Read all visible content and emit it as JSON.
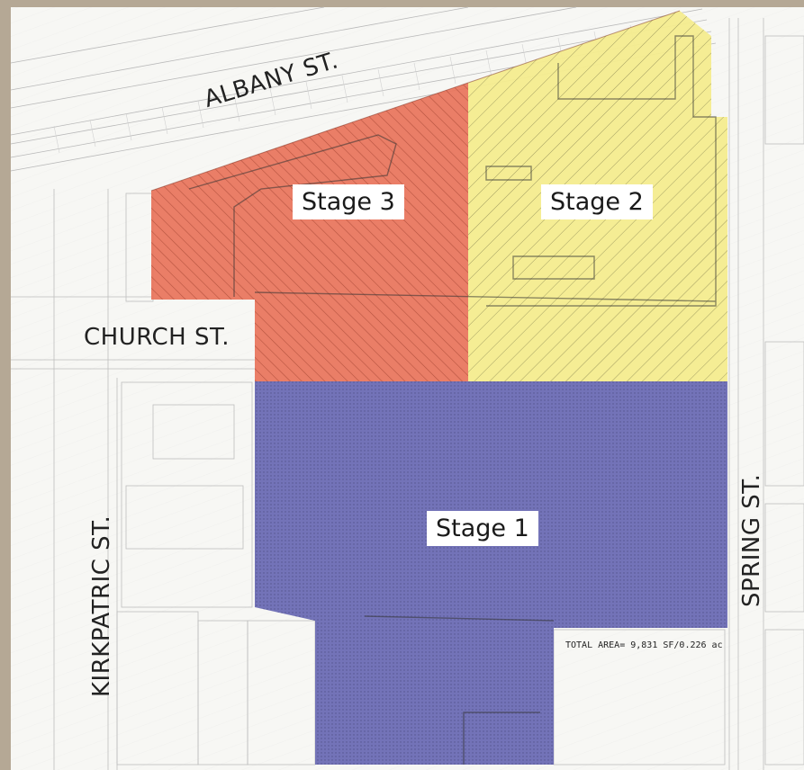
{
  "streets": {
    "albany": "ALBANY ST.",
    "church": "CHURCH ST.",
    "kirkpatric": "KIRKPATRIC ST.",
    "spring": "SPRING ST."
  },
  "stages": {
    "stage1": "Stage 1",
    "stage2": "Stage 2",
    "stage3": "Stage 3"
  },
  "plan_text": {
    "total_area": "TOTAL AREA= 9,831 SF/0.226 ac"
  },
  "colors": {
    "stage1": "#6b6bb4",
    "stage2": "#f4ec8e",
    "stage3": "#e8735a",
    "frame": "#b5a895",
    "paper": "#f7f7f4"
  }
}
